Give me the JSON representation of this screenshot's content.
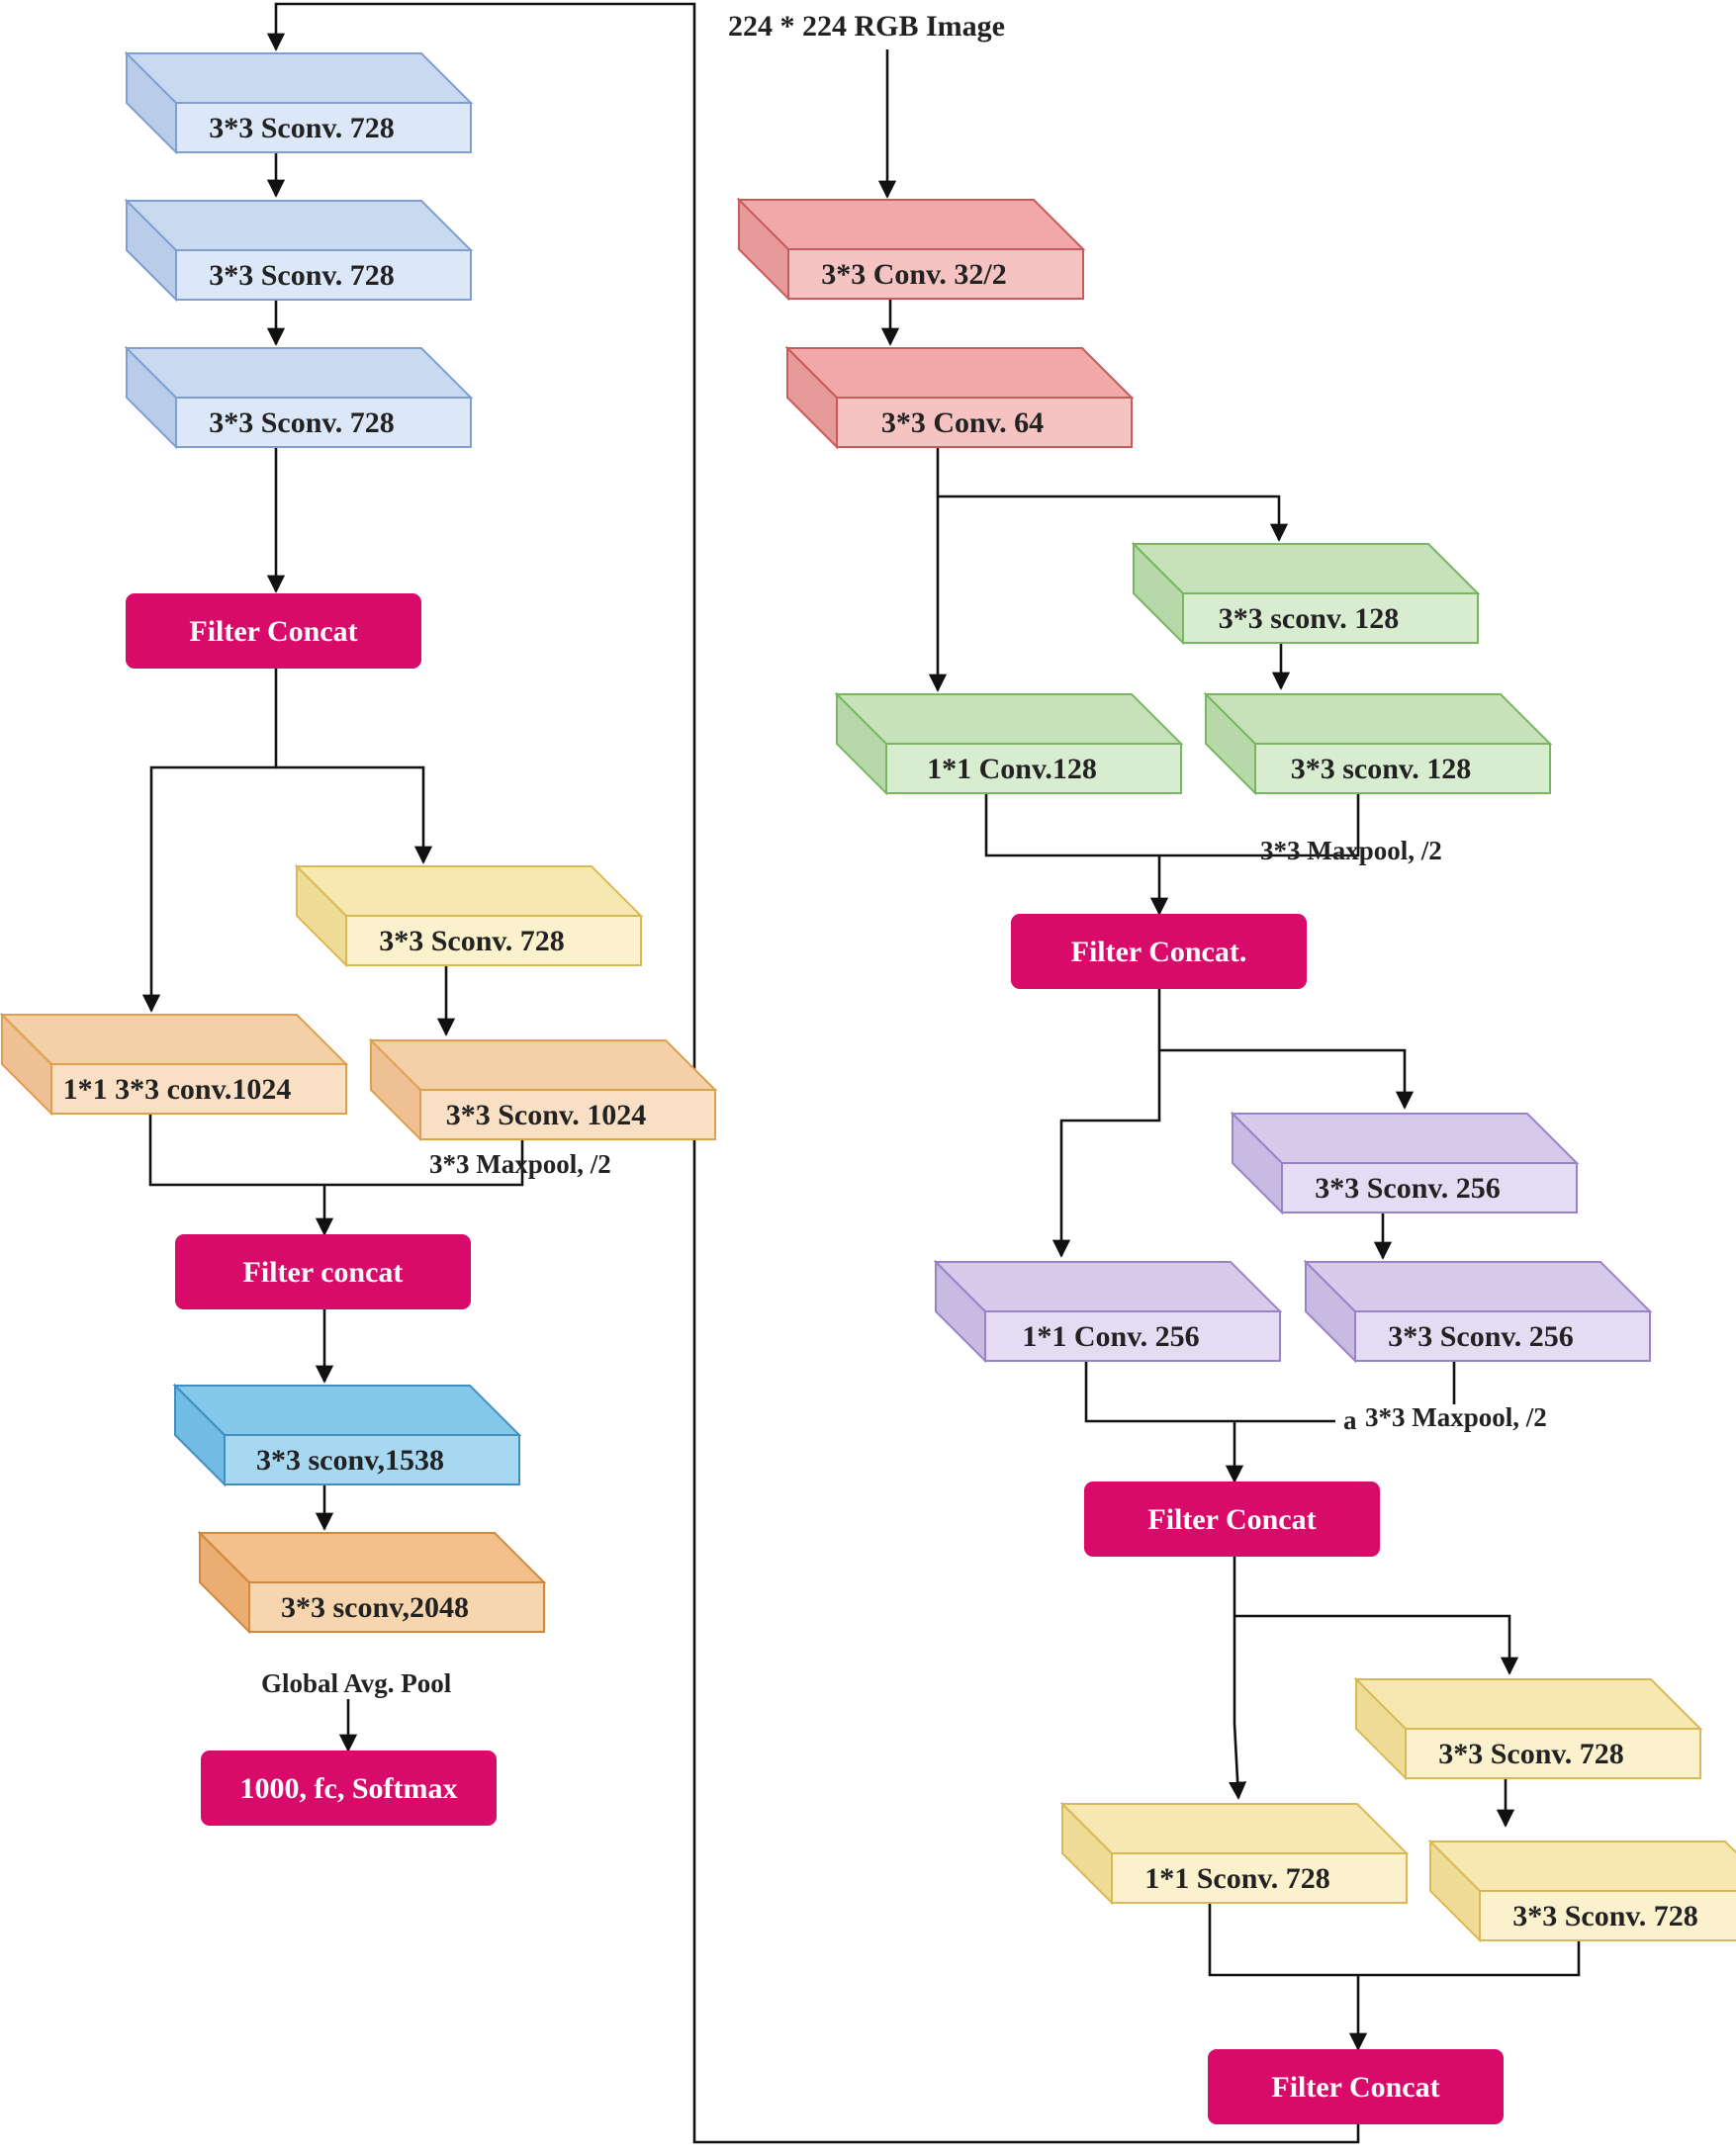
{
  "input": {
    "label": "224 * 224 RGB Image"
  },
  "colors": {
    "blue": {
      "top": "#c9d9ef",
      "front": "#dce8f8",
      "side": "#b9cde9",
      "stroke": "#7f9fd0"
    },
    "red": {
      "top": "#f0a8a8",
      "front": "#f6c3c3",
      "side": "#e79a9a",
      "stroke": "#c95a5a"
    },
    "green": {
      "top": "#c7e2bb",
      "front": "#d8ecd0",
      "side": "#b7d8a8",
      "stroke": "#78b662"
    },
    "purple": {
      "top": "#d6cbea",
      "front": "#e4dcf2",
      "side": "#c8bbe2",
      "stroke": "#9a82c6"
    },
    "yellow": {
      "top": "#f6e8b0",
      "front": "#fbf1cc",
      "side": "#efdc96",
      "stroke": "#d9b955"
    },
    "orange": {
      "top": "#f4d0a8",
      "front": "#f9e0c4",
      "side": "#eec093",
      "stroke": "#dca04f"
    },
    "cyan": {
      "top": "#86c8ea",
      "front": "#a6d8f2",
      "side": "#72bde6",
      "stroke": "#3f8fc0"
    },
    "dorange": {
      "top": "#f2c08a",
      "front": "#f7d5ae",
      "side": "#eaae72",
      "stroke": "#d4883b"
    },
    "concat": "#d80b6a"
  },
  "boxes": [
    {
      "id": "l1",
      "label": "3*3 Sconv. 728",
      "color": "blue"
    },
    {
      "id": "l2",
      "label": "3*3 Sconv. 728",
      "color": "blue"
    },
    {
      "id": "l3",
      "label": "3*3 Sconv. 728",
      "color": "blue"
    },
    {
      "id": "l4",
      "label": "3*3 Sconv. 728",
      "color": "yellow"
    },
    {
      "id": "l5",
      "label": "1*1 3*3 conv.1024",
      "color": "orange"
    },
    {
      "id": "l6",
      "label": "3*3 Sconv. 1024",
      "color": "orange"
    },
    {
      "id": "l7",
      "label": "3*3 sconv,1538",
      "color": "cyan"
    },
    {
      "id": "l8",
      "label": "3*3 sconv,2048",
      "color": "dorange"
    },
    {
      "id": "r1",
      "label": "3*3 Conv. 32/2",
      "color": "red"
    },
    {
      "id": "r2",
      "label": "3*3 Conv. 64",
      "color": "red"
    },
    {
      "id": "r3",
      "label": "3*3 sconv. 128",
      "color": "green"
    },
    {
      "id": "r4",
      "label": "1*1 Conv.128",
      "color": "green"
    },
    {
      "id": "r5",
      "label": "3*3 sconv. 128",
      "color": "green"
    },
    {
      "id": "r6",
      "label": "3*3 Sconv. 256",
      "color": "purple"
    },
    {
      "id": "r7",
      "label": "1*1 Conv. 256",
      "color": "purple"
    },
    {
      "id": "r8",
      "label": "3*3 Sconv. 256",
      "color": "purple"
    },
    {
      "id": "r9",
      "label": "3*3 Sconv. 728",
      "color": "yellow"
    },
    {
      "id": "r10",
      "label": "1*1 Sconv. 728",
      "color": "yellow"
    },
    {
      "id": "r11",
      "label": "3*3 Sconv. 728",
      "color": "yellow"
    }
  ],
  "concats": [
    {
      "id": "c1",
      "label": "Filter Concat"
    },
    {
      "id": "c2",
      "label": "Filter concat"
    },
    {
      "id": "c3",
      "label": "1000, fc, Softmax"
    },
    {
      "id": "c4",
      "label": "Filter Concat."
    },
    {
      "id": "c5",
      "label": "Filter Concat"
    },
    {
      "id": "c6",
      "label": "Filter Concat"
    }
  ],
  "notes": {
    "maxpool_left": "3*3 Maxpool, /2",
    "global_pool": "Global Avg. Pool",
    "maxpool_r1": "3*3 Maxpool, /2",
    "maxpool_r2": "3*3 Maxpool, /2",
    "stray_mark": "a"
  }
}
